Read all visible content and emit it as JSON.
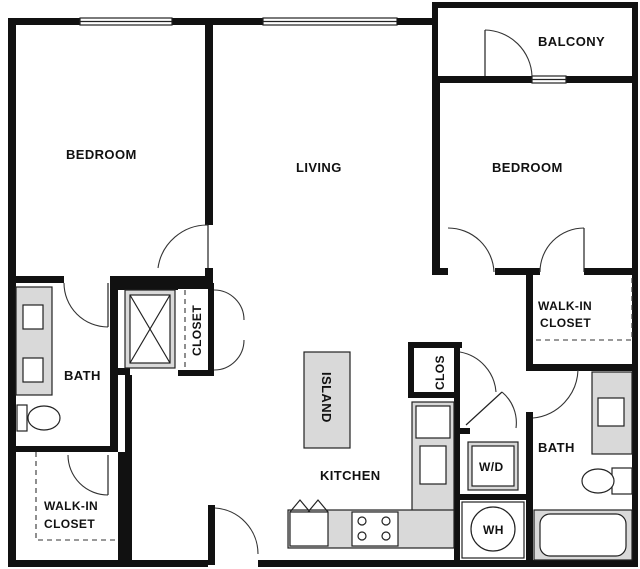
{
  "rooms": {
    "bedroom_left": "BEDROOM",
    "living": "LIVING",
    "bedroom_right": "BEDROOM",
    "balcony": "BALCONY",
    "walkin_right_line1": "WALK-IN",
    "walkin_right_line2": "CLOSET",
    "bath_left": "BATH",
    "closet_center": "CLOSET",
    "clos_small": "CLOS",
    "island": "ISLAND",
    "kitchen": "KITCHEN",
    "washer_dryer": "W/D",
    "bath_right": "BATH",
    "walkin_left_line1": "WALK-IN",
    "walkin_left_line2": "CLOSET",
    "water_heater": "WH"
  }
}
